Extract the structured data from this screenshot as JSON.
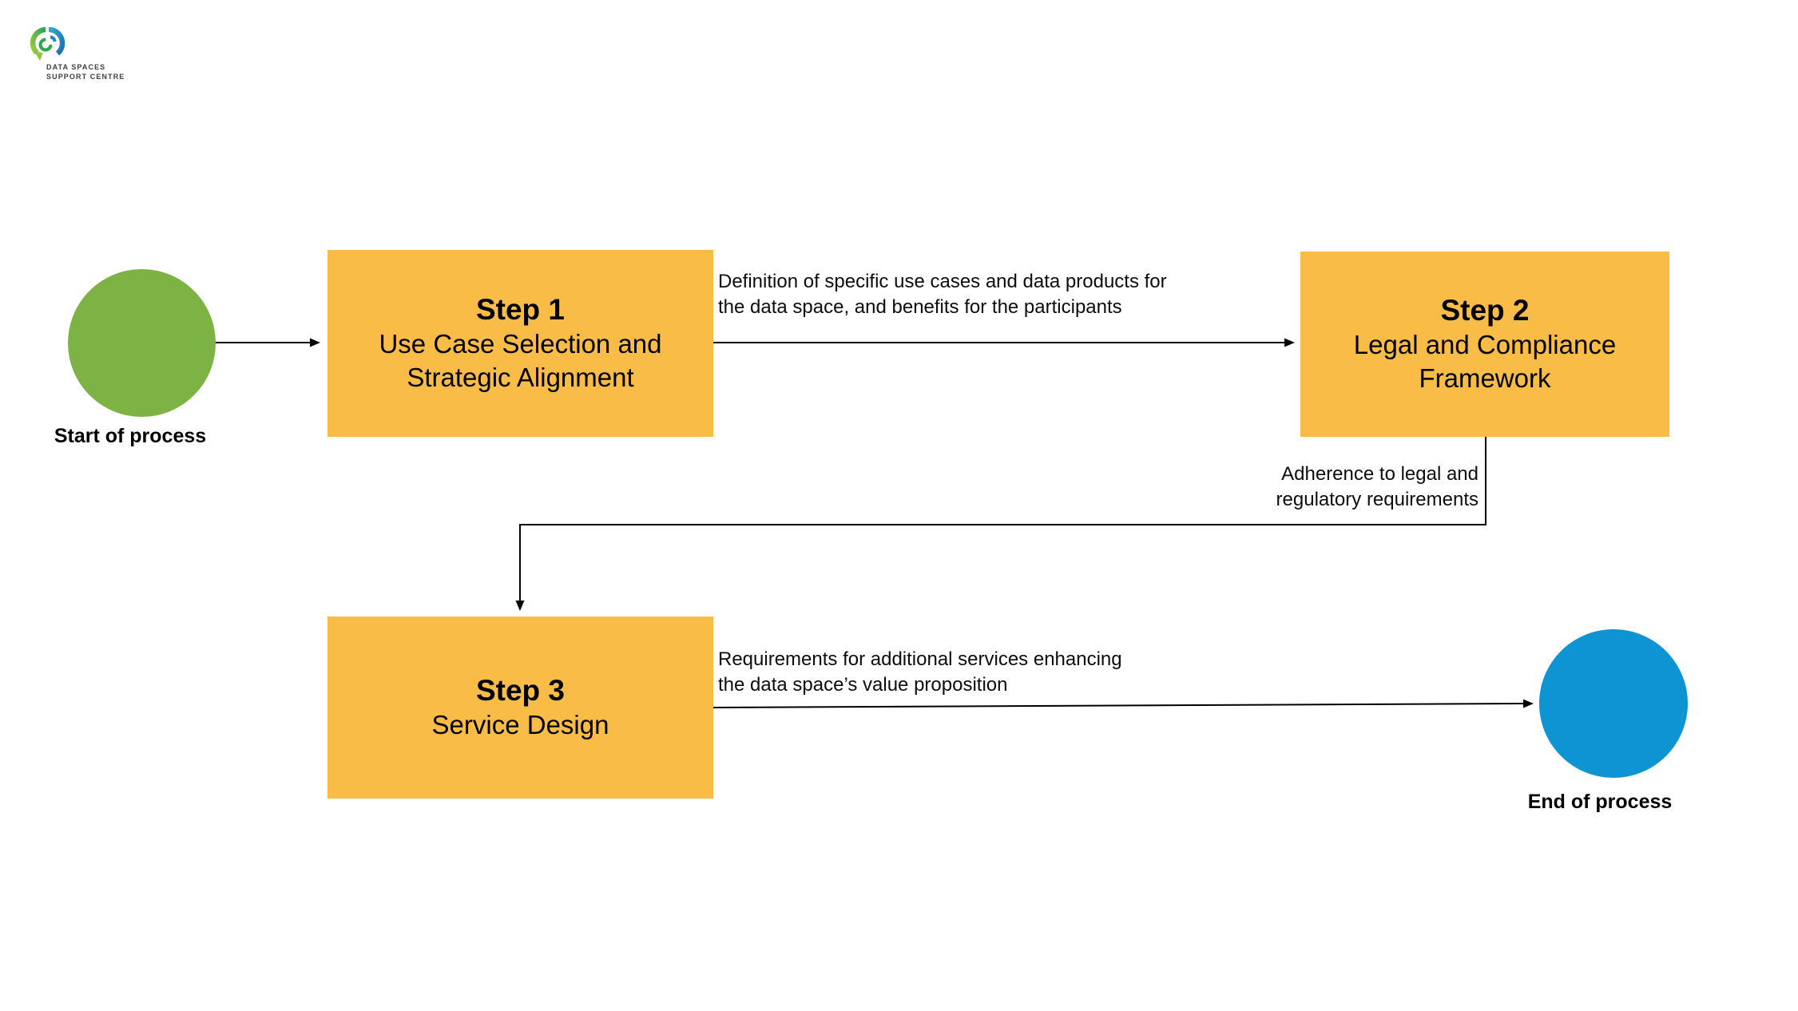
{
  "logo": {
    "icon": "dssc-swirl-logo",
    "text_line1": "DATA SPACES",
    "text_line2": "SUPPORT CENTRE"
  },
  "colors": {
    "step_box_fill": "#F9BC47",
    "start_node_fill": "#7CB344",
    "end_node_fill": "#0E93D3",
    "connector": "#000000"
  },
  "flowchart": {
    "start_node": {
      "shape": "circle",
      "label": "Start of process"
    },
    "end_node": {
      "shape": "circle",
      "label": "End of process"
    },
    "steps": [
      {
        "title": "Step 1",
        "subtitle": "Use Case Selection and\nStrategic Alignment"
      },
      {
        "title": "Step 2",
        "subtitle": "Legal and Compliance\nFramework"
      },
      {
        "title": "Step 3",
        "subtitle": "Service Design"
      }
    ],
    "edge_labels": [
      {
        "from": "Step 1",
        "to": "Step 2",
        "label": "Definition of specific use cases and data products for\nthe data space, and benefits for the participants"
      },
      {
        "from": "Step 2",
        "to": "Step 3",
        "label": "Adherence to legal and\nregulatory requirements"
      },
      {
        "from": "Step 3",
        "to": "End of process",
        "label": "Requirements for additional services enhancing\nthe data space’s value proposition"
      }
    ]
  }
}
